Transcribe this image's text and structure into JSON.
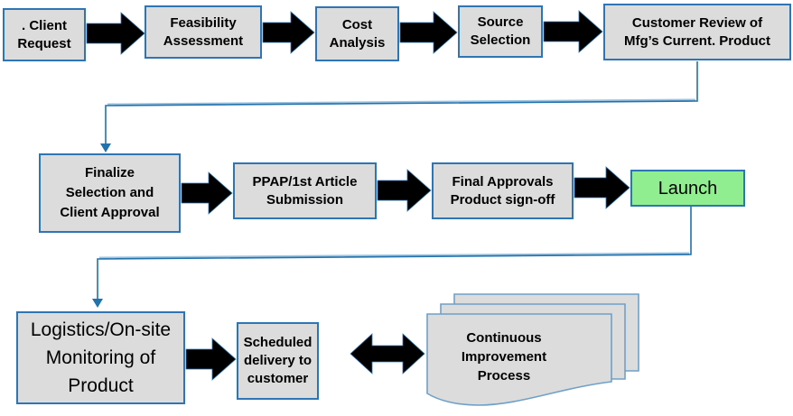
{
  "diagram": {
    "title": "Sourcing / product launch process flow",
    "row1": [
      {
        "label": ". Client\nRequest"
      },
      {
        "label": "Feasibility\nAssessment"
      },
      {
        "label": "Cost\nAnalysis"
      },
      {
        "label": "Source\nSelection"
      },
      {
        "label": "Customer Review of\nMfg’s Current. Product"
      }
    ],
    "row2": [
      {
        "label": "Finalize\nSelection and\nClient Approval"
      },
      {
        "label": "PPAP/1st Article\nSubmission"
      },
      {
        "label": "Final Approvals\nProduct sign-off"
      },
      {
        "label": "Launch"
      }
    ],
    "row3": [
      {
        "label": "Logistics/On-site\nMonitoring of\nProduct"
      },
      {
        "label": "Scheduled\ndelivery to\ncustomer"
      },
      {
        "label": "Continuous\nImprovement\nProcess"
      }
    ],
    "colors": {
      "box_fill": "#dcdcdc",
      "box_border": "#2e75b6",
      "launch_fill": "#90ee90",
      "connector_blue": "#2272ae",
      "connector_halo": "#9cc2de",
      "arrow_black": "#000000",
      "document_border": "#6fa0c8"
    }
  }
}
